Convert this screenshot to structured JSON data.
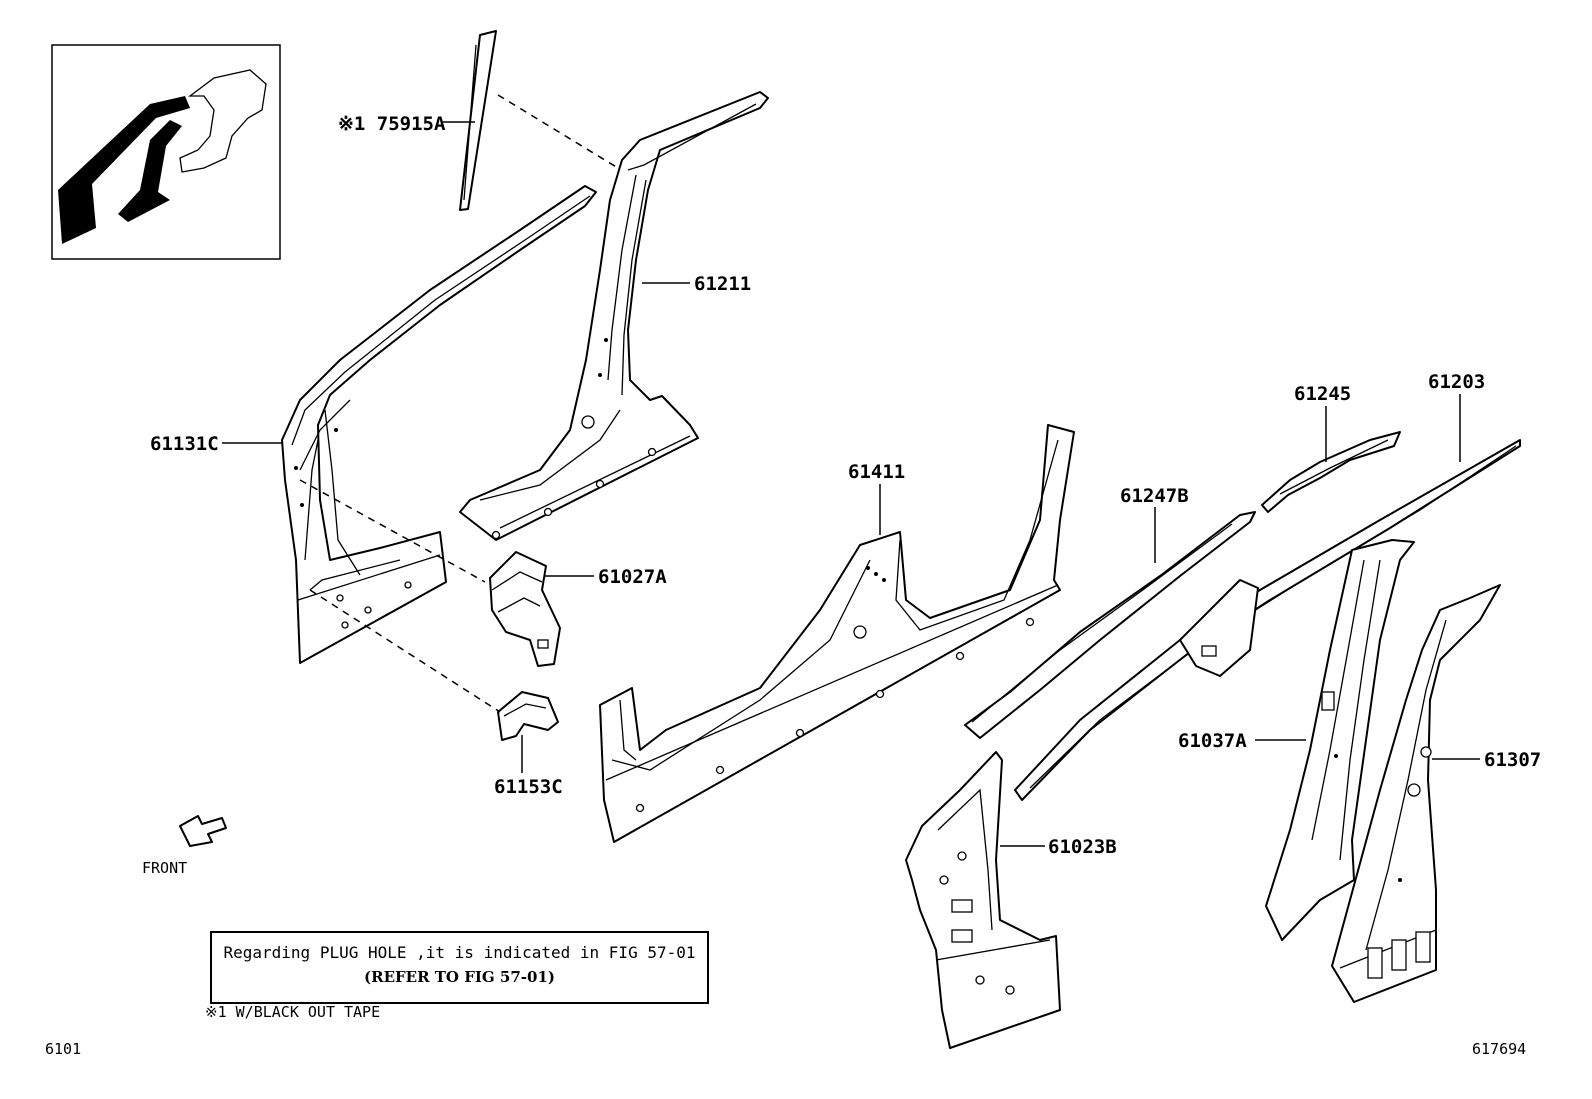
{
  "labels": {
    "p75915A": "※1 75915A",
    "p61211": "61211",
    "p61131C": "61131C",
    "p61411": "61411",
    "p61245": "61245",
    "p61203": "61203",
    "p61247B": "61247B",
    "p61027A": "61027A",
    "p61153C": "61153C",
    "p61037A": "61037A",
    "p61307": "61307",
    "p61023B": "61023B"
  },
  "front_label": "FRONT",
  "note": {
    "line1": "Regarding PLUG HOLE ,it is indicated in FIG 57-01",
    "line2": "(REFER TO FIG 57-01)"
  },
  "footnote": "※1 W/BLACK OUT TAPE",
  "page_code_left": "6101",
  "page_code_right": "617694"
}
